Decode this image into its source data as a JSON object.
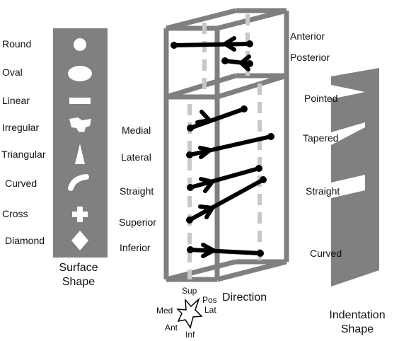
{
  "surface_shape": {
    "title_line1": "Surface",
    "title_line2": "Shape",
    "items": [
      "Round",
      "Oval",
      "Linear",
      "Irregular",
      "Triangular",
      "Curved",
      "Cross",
      "Diamond"
    ]
  },
  "direction": {
    "title": "Direction",
    "top_labels": [
      "Anterior",
      "Posterior"
    ],
    "labels": [
      "Medial",
      "Lateral",
      "Straight",
      "Superior",
      "Inferior"
    ]
  },
  "compass": {
    "sup": "Sup",
    "pos": "Pos",
    "med": "Med",
    "lat": "Lat",
    "ant": "Ant",
    "inf": "Inf"
  },
  "indentation_shape": {
    "title_line1": "Indentation",
    "title_line2": "Shape",
    "items": [
      "Pointed",
      "Tapered",
      "Straight",
      "Curved"
    ]
  },
  "colors": {
    "panel_gray": "#808080",
    "box_gray": "#7f7f7f",
    "dash_gray": "#c8c8c8",
    "arrow": "#000000"
  }
}
